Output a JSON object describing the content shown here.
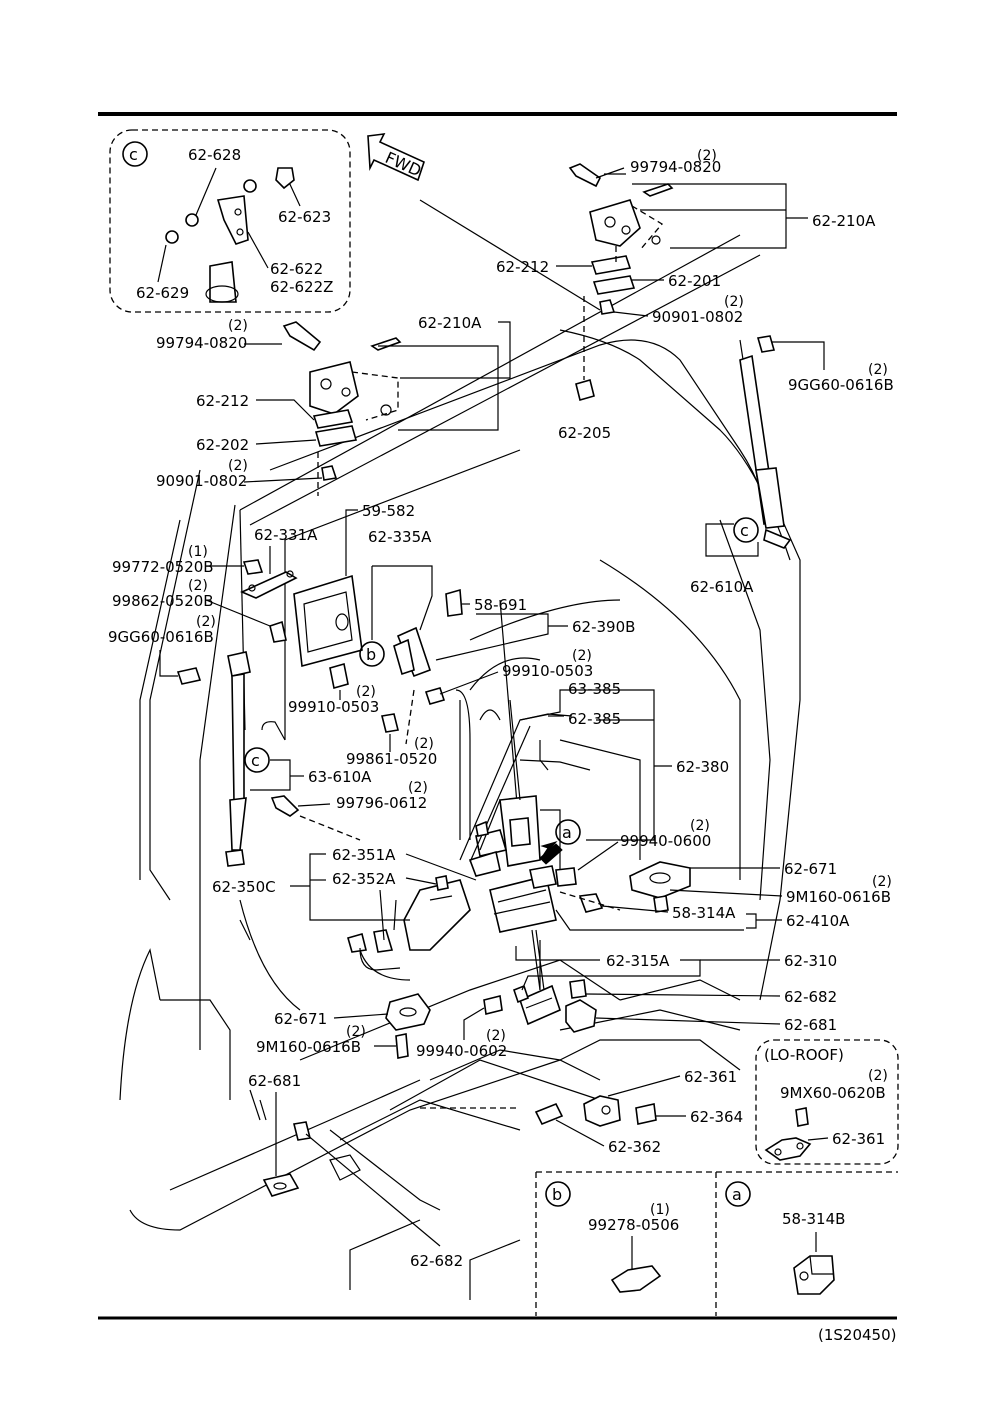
{
  "figure_code": "(1S20450)",
  "fwd_label": "FWD",
  "inset_c": {
    "letter": "c",
    "parts": {
      "p628": "62-628",
      "p623": "62-623",
      "p629": "62-629",
      "p622": "62-622",
      "p622z": "62-622Z"
    }
  },
  "inset_lo_roof": {
    "title": "(LO-ROOF)",
    "bolt": "9MX60-0620B",
    "bolt_qty": "(2)",
    "part": "62-361"
  },
  "inset_b": {
    "letter": "b",
    "part": "99278-0506",
    "qty": "(1)"
  },
  "inset_a": {
    "letter": "a",
    "part": "58-314B"
  },
  "callouts": {
    "a": "a",
    "b": "b",
    "c1": "c",
    "c2": "c",
    "c3": "c"
  },
  "labels": {
    "l99794_top": "99794-0820",
    "l99794_top_q": "(2)",
    "l210a_r": "62-210A",
    "l212_r": "62-212",
    "l201": "62-201",
    "l90901_r": "90901-0802",
    "l90901_r_q": "(2)",
    "l9gg60_r": "9GG60-0616B",
    "l9gg60_r_q": "(2)",
    "l205": "62-205",
    "l99794_l": "99794-0820",
    "l99794_l_q": "(2)",
    "l210a_l": "62-210A",
    "l212_l": "62-212",
    "l202": "62-202",
    "l90901_l": "90901-0802",
    "l90901_l_q": "(2)",
    "l59582": "59-582",
    "l331a": "62-331A",
    "l335a": "62-335A",
    "l99772": "99772-0520B",
    "l99772_q": "(1)",
    "l99862": "99862-0520B",
    "l99862_q": "(2)",
    "l9gg60_l": "9GG60-0616B",
    "l9gg60_l_q": "(2)",
    "l58691": "58-691",
    "l390b": "62-390B",
    "l99910_r": "99910-0503",
    "l99910_r_q": "(2)",
    "l99910_l": "99910-0503",
    "l99910_l_q": "(2)",
    "l610a_r": "62-610A",
    "l99861": "99861-0520",
    "l99861_q": "(2)",
    "l63385": "63-385",
    "l62385": "62-385",
    "l380": "62-380",
    "l63610a": "63-610A",
    "l99796": "99796-0612",
    "l99796_q": "(2)",
    "l99940_r": "99940-0600",
    "l99940_r_q": "(2)",
    "l351a": "62-351A",
    "l352a": "62-352A",
    "l350c": "62-350C",
    "l671_r": "62-671",
    "l9m160_r": "9M160-0616B",
    "l9m160_r_q": "(2)",
    "l58314a": "58-314A",
    "l410a": "62-410A",
    "l315a": "62-315A",
    "l310": "62-310",
    "l682_r": "62-682",
    "l681_r": "62-681",
    "l671_l": "62-671",
    "l9m160_l": "9M160-0616B",
    "l9m160_l_q": "(2)",
    "l99940_l": "99940-0602",
    "l99940_l_q": "(2)",
    "l681_l": "62-681",
    "l361": "62-361",
    "l364": "62-364",
    "l362": "62-362",
    "l682_l": "62-682"
  }
}
